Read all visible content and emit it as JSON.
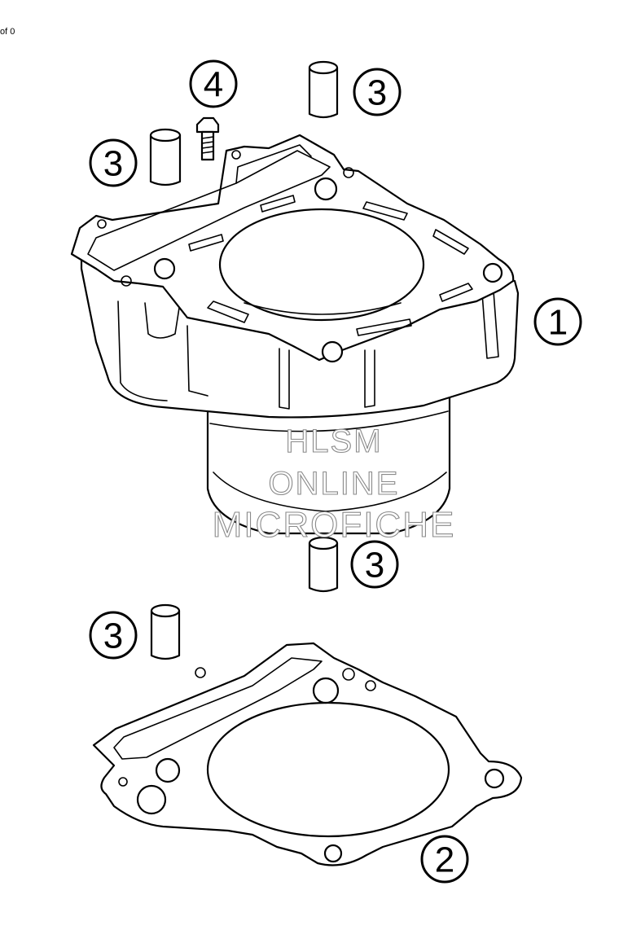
{
  "page": {
    "counter_text": "of 0"
  },
  "watermark": {
    "line1": "HLSM",
    "line2": "ONLINE",
    "line3": "MICROFICHE"
  },
  "callouts": [
    {
      "id": "cylinder",
      "label": "1"
    },
    {
      "id": "gasket",
      "label": "2"
    },
    {
      "id": "dowel-top-right",
      "label": "3"
    },
    {
      "id": "dowel-top-left",
      "label": "3"
    },
    {
      "id": "dowel-mid",
      "label": "3"
    },
    {
      "id": "dowel-bottom-left",
      "label": "3"
    },
    {
      "id": "bolt",
      "label": "4"
    }
  ]
}
